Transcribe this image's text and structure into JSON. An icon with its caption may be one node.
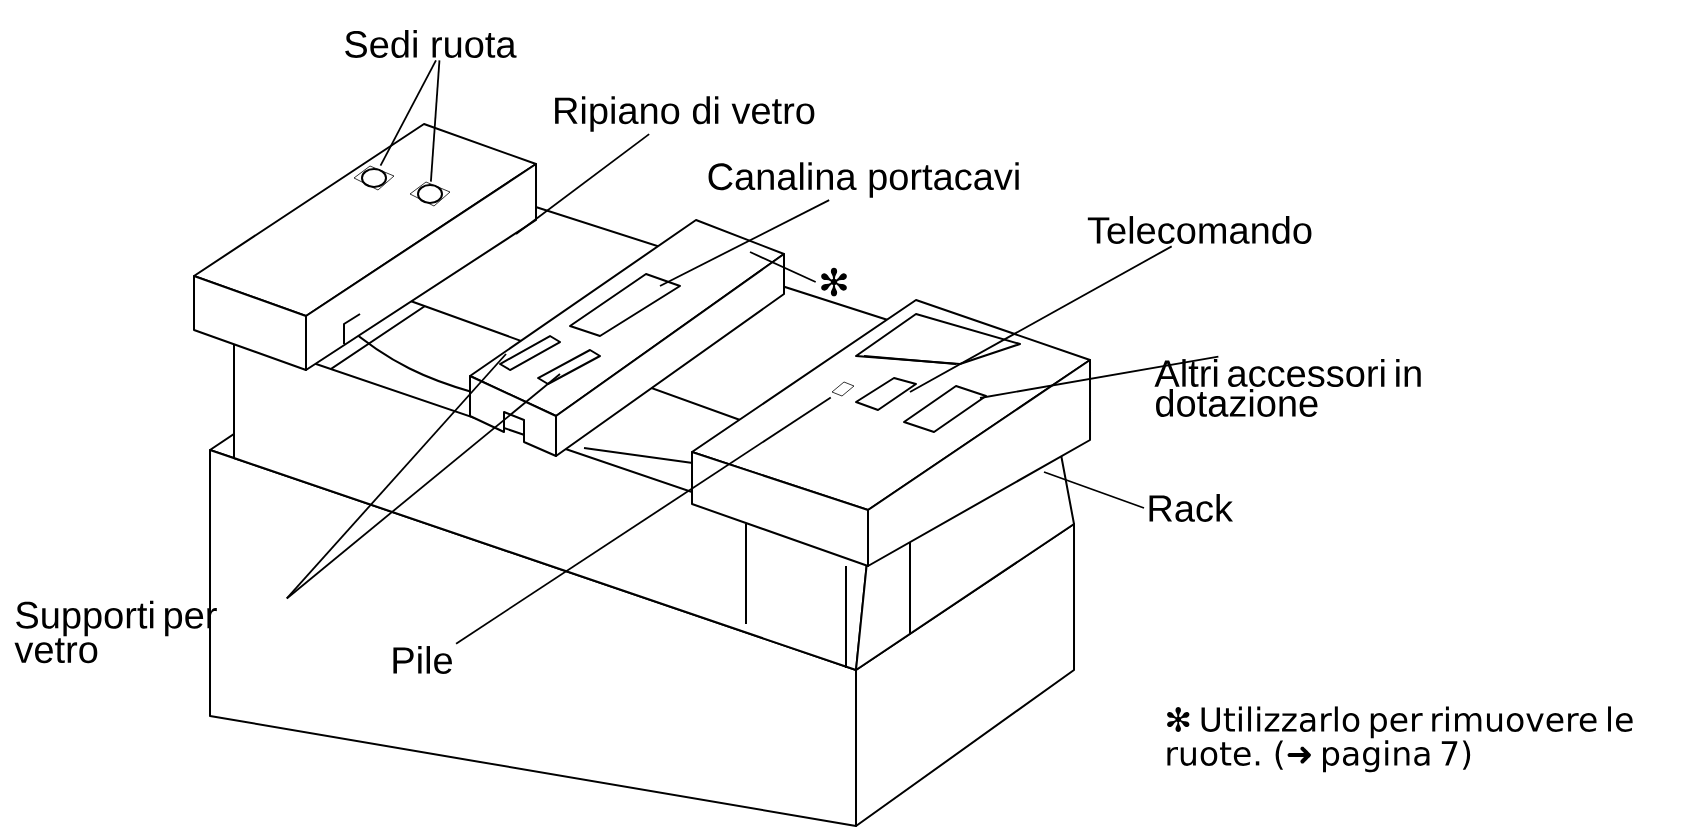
{
  "diagram": {
    "nodes": [
      {
        "text": [
          "Sedi ruota"
        ]
      },
      {
        "text": [
          "Ripiano di vetro"
        ]
      },
      {
        "text": [
          "Canalina portacavi"
        ]
      },
      {
        "text": [
          "✻"
        ]
      },
      {
        "text": [
          "Telecomando"
        ]
      },
      {
        "text": [
          "Altri accessori in dotazione"
        ]
      },
      {
        "text": [
          "Rack"
        ]
      },
      {
        "text": [
          "Supporti per vetro"
        ]
      },
      {
        "text": [
          "Pile"
        ]
      },
      {
        "text": [],
        "shape": "box"
      },
      {
        "text": [],
        "shape": "box"
      },
      {
        "text": [],
        "shape": "box"
      }
    ],
    "edges": [
      {
        "from": 0,
        "to": 9,
        "arrow": "none"
      },
      {
        "from": 0,
        "to": 10,
        "arrow": "none"
      },
      {
        "from": 1,
        "to": null,
        "arrow": "none"
      },
      {
        "from": 2,
        "to": null,
        "arrow": "none"
      },
      {
        "from": 3,
        "to": null,
        "arrow": "none"
      },
      {
        "from": 4,
        "to": null,
        "arrow": "none"
      },
      {
        "from": 5,
        "to": null,
        "arrow": "none"
      },
      {
        "from": 6,
        "to": null,
        "arrow": "none"
      },
      {
        "from": 7,
        "to": null,
        "arrow": "none"
      },
      {
        "from": 7,
        "to": null,
        "arrow": "none"
      },
      {
        "from": 8,
        "to": 11,
        "arrow": "none"
      }
    ],
    "labels": [
      "✻ Utilizzarlo per rimuovere le ruote. (➜ pagina 7)"
    ]
  }
}
